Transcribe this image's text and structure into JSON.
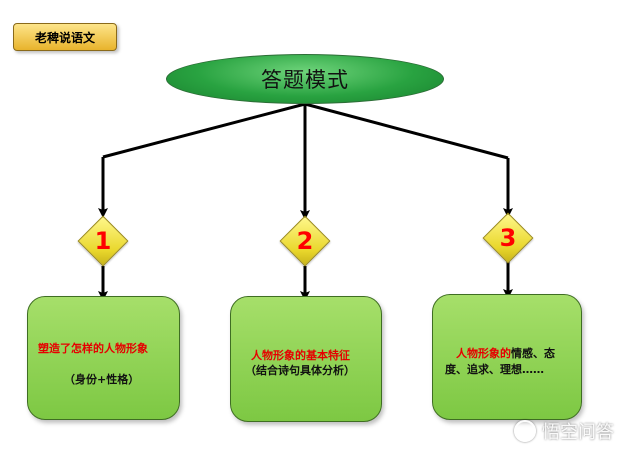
{
  "tag": {
    "label": "老稗说语文"
  },
  "root": {
    "label": "答题模式"
  },
  "steps": [
    {
      "number": "1",
      "lines": [
        {
          "text": "塑造了怎样的人物形象",
          "color": "#e60000"
        },
        {
          "text": "（身份+性格）",
          "color": "#111111"
        }
      ]
    },
    {
      "number": "2",
      "lines": [
        {
          "text": "人物形象的基本特征",
          "color": "#e60000"
        },
        {
          "text": "（结合诗句具体分析）",
          "color": "#111111"
        }
      ]
    },
    {
      "number": "3",
      "line1_red": "人物形象的",
      "line1_black": "情感、态",
      "line2": "度、追求、理想……"
    }
  ],
  "watermark": {
    "text": "悟空问答",
    "icon": "wukong-logo-icon"
  },
  "colors": {
    "box_fill": "#8fd154",
    "root_fill": "#29a341",
    "diamond_fill": "#f3e646",
    "number_color": "#ff0000",
    "tag_fill": "#f3c84a"
  }
}
